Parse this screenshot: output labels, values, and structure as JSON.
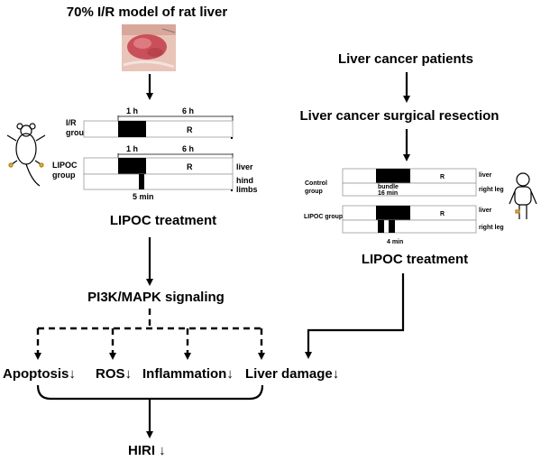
{
  "left": {
    "model_title": "70% I/R model of rat liver",
    "ir_group": "I/R\ngroup",
    "lipoc_group": "LIPOC\ngroup",
    "t1": "1 h",
    "t6": "6 h",
    "r": "R",
    "liver": "liver",
    "hind_limbs": "hind\nlimbs",
    "five_min": "5 min",
    "treatment": "LIPOC treatment",
    "signaling": "PI3K/MAPK signaling"
  },
  "right": {
    "patients": "Liver cancer patients",
    "resection": "Liver cancer surgical resection",
    "control_group": "Control\ngroup",
    "lipoc_group": "LIPOC group",
    "bundle": "bundle\n16 min",
    "r": "R",
    "liver": "liver",
    "right_leg": "right leg",
    "four_min": "4 min",
    "treatment": "LIPOC treatment"
  },
  "outcomes": {
    "apoptosis": "Apoptosis↓",
    "ros": "ROS↓",
    "inflammation": "Inflammation↓",
    "liver_damage": "Liver damage↓",
    "hiri": "HIRI ↓"
  },
  "colors": {
    "ink": "#000000",
    "box_border": "#9a9a9a",
    "tissue": "#c9505a"
  }
}
